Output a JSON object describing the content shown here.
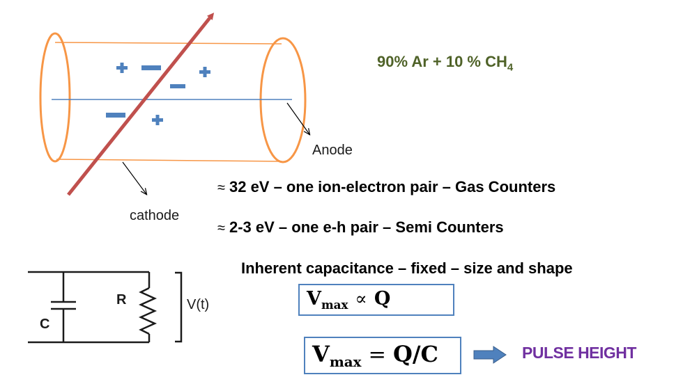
{
  "colors": {
    "cylinder": "#f79646",
    "particle_track": "#c0504d",
    "charge": "#4f81bd",
    "gas_text": "#4f6228",
    "box_border": "#4f81bd",
    "pulse_text": "#7030a0"
  },
  "gas_mixture": {
    "main": "90%  Ar + 10 % CH",
    "subscript": "4"
  },
  "labels": {
    "anode": "Anode",
    "cathode": "cathode"
  },
  "facts": [
    {
      "symbol": "≈",
      "text": "32 eV – one ion-electron pair – Gas Counters"
    },
    {
      "symbol": "≈",
      "text": "2-3 eV – one e-h pair – Semi Counters"
    }
  ],
  "inherent_text": "Inherent capacitance – fixed – size and shape",
  "circuit": {
    "capacitor_label": "C",
    "resistor_label": "R",
    "voltage_label": "V(t)"
  },
  "formula1": {
    "v": "V",
    "sub": "max",
    "op": "∝",
    "rhs": "Q"
  },
  "formula2": {
    "v": "V",
    "sub": "max",
    "op": "=",
    "rhs": "Q/C"
  },
  "pulse_height": "PULSE HEIGHT",
  "charges": [
    "plus",
    "minus",
    "minus",
    "plus",
    "minus",
    "plus"
  ]
}
